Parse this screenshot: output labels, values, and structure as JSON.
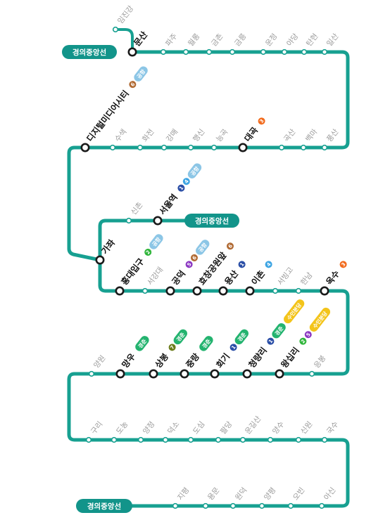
{
  "line": {
    "color": "#17a091",
    "pill_color": "#12948a",
    "pill_labels": [
      "경의중앙선",
      "경의중앙선",
      "경의중앙선"
    ]
  },
  "transfer_colors": {
    "1": "#2a4ea6",
    "2": "#2fb53a",
    "3": "#f26b1d",
    "4": "#3ea5e3",
    "5": "#8c38c2",
    "6": "#b06a33",
    "7": "#6c7d1c",
    "경춘": "#23b36f",
    "공항": "#8cc6e6",
    "수인분당": "#f3c41a"
  },
  "stations": [
    {
      "name": "임진강",
      "major": false,
      "transfers": []
    },
    {
      "name": "문산",
      "major": true,
      "transfers": []
    },
    {
      "name": "파주",
      "major": false,
      "transfers": []
    },
    {
      "name": "월롱",
      "major": false,
      "transfers": []
    },
    {
      "name": "금촌",
      "major": false,
      "transfers": []
    },
    {
      "name": "금릉",
      "major": false,
      "transfers": []
    },
    {
      "name": "운정",
      "major": false,
      "transfers": []
    },
    {
      "name": "야당",
      "major": false,
      "transfers": []
    },
    {
      "name": "탄현",
      "major": false,
      "transfers": []
    },
    {
      "name": "일산",
      "major": false,
      "transfers": []
    },
    {
      "name": "풍산",
      "major": false,
      "transfers": []
    },
    {
      "name": "백마",
      "major": false,
      "transfers": []
    },
    {
      "name": "곡산",
      "major": false,
      "transfers": []
    },
    {
      "name": "대곡",
      "major": true,
      "transfers": [
        "3"
      ]
    },
    {
      "name": "능곡",
      "major": false,
      "transfers": []
    },
    {
      "name": "행신",
      "major": false,
      "transfers": []
    },
    {
      "name": "강매",
      "major": false,
      "transfers": []
    },
    {
      "name": "화전",
      "major": false,
      "transfers": []
    },
    {
      "name": "수색",
      "major": false,
      "transfers": []
    },
    {
      "name": "디지털미디어시티",
      "major": true,
      "transfers": [
        "6",
        "공항"
      ]
    },
    {
      "name": "가좌",
      "major": true,
      "transfers": []
    },
    {
      "name": "신촌",
      "major": false,
      "transfers": []
    },
    {
      "name": "서울역",
      "major": true,
      "transfers": [
        "1",
        "4",
        "공항"
      ]
    },
    {
      "name": "홍대입구",
      "major": true,
      "transfers": [
        "2",
        "공항"
      ]
    },
    {
      "name": "서강대",
      "major": false,
      "transfers": []
    },
    {
      "name": "공덕",
      "major": true,
      "transfers": [
        "5",
        "6",
        "공항"
      ]
    },
    {
      "name": "효창공원앞",
      "major": true,
      "transfers": [
        "6"
      ]
    },
    {
      "name": "용산",
      "major": true,
      "transfers": [
        "1"
      ]
    },
    {
      "name": "이촌",
      "major": true,
      "transfers": [
        "4"
      ]
    },
    {
      "name": "서빙고",
      "major": false,
      "transfers": []
    },
    {
      "name": "한남",
      "major": false,
      "transfers": []
    },
    {
      "name": "옥수",
      "major": true,
      "transfers": [
        "3"
      ]
    },
    {
      "name": "응봉",
      "major": false,
      "transfers": []
    },
    {
      "name": "왕십리",
      "major": true,
      "transfers": [
        "2",
        "5",
        "수인분당"
      ]
    },
    {
      "name": "청량리",
      "major": true,
      "transfers": [
        "1",
        "경춘",
        "수인분당"
      ]
    },
    {
      "name": "회기",
      "major": true,
      "transfers": [
        "1",
        "경춘"
      ]
    },
    {
      "name": "중랑",
      "major": true,
      "transfers": [
        "경춘"
      ]
    },
    {
      "name": "상봉",
      "major": true,
      "transfers": [
        "7",
        "경춘"
      ]
    },
    {
      "name": "망우",
      "major": true,
      "transfers": [
        "경춘"
      ]
    },
    {
      "name": "양원",
      "major": false,
      "transfers": []
    },
    {
      "name": "구리",
      "major": false,
      "transfers": []
    },
    {
      "name": "도농",
      "major": false,
      "transfers": []
    },
    {
      "name": "양정",
      "major": false,
      "transfers": []
    },
    {
      "name": "덕소",
      "major": false,
      "transfers": []
    },
    {
      "name": "도심",
      "major": false,
      "transfers": []
    },
    {
      "name": "팔당",
      "major": false,
      "transfers": []
    },
    {
      "name": "운길산",
      "major": false,
      "transfers": []
    },
    {
      "name": "양수",
      "major": false,
      "transfers": []
    },
    {
      "name": "신원",
      "major": false,
      "transfers": []
    },
    {
      "name": "국수",
      "major": false,
      "transfers": []
    },
    {
      "name": "아신",
      "major": false,
      "transfers": []
    },
    {
      "name": "오빈",
      "major": false,
      "transfers": []
    },
    {
      "name": "양평",
      "major": false,
      "transfers": []
    },
    {
      "name": "원덕",
      "major": false,
      "transfers": []
    },
    {
      "name": "용문",
      "major": false,
      "transfers": []
    },
    {
      "name": "지평",
      "major": false,
      "transfers": []
    }
  ]
}
